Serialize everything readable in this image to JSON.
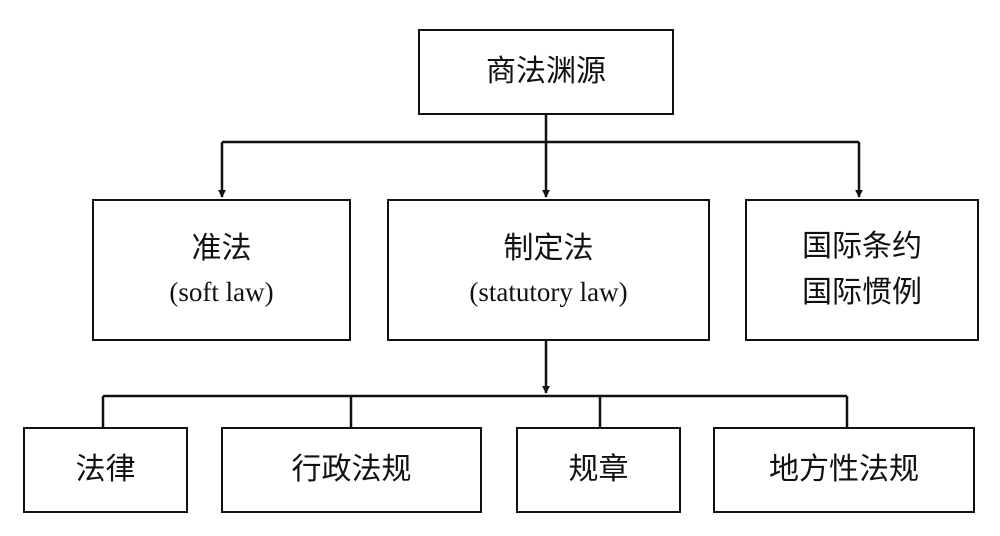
{
  "root": {
    "label": "商法渊源"
  },
  "level1": [
    {
      "line1": "准法",
      "line2": "(soft law)"
    },
    {
      "line1": "制定法",
      "line2": "(statutory law)"
    },
    {
      "line1": "国际条约",
      "line2": "国际惯例"
    }
  ],
  "level2": [
    {
      "label": "法律"
    },
    {
      "label": "行政法规"
    },
    {
      "label": "规章"
    },
    {
      "label": "地方性法规"
    }
  ]
}
